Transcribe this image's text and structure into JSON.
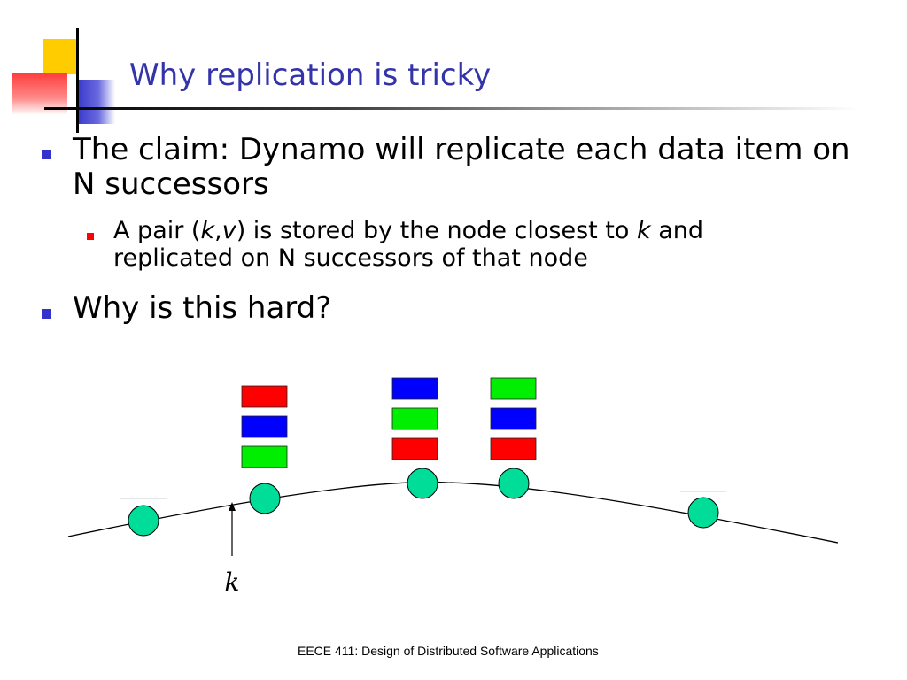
{
  "slide": {
    "title": "Why replication is tricky",
    "bullets": [
      {
        "parts": [
          "The claim: Dynamo will replicate each data item on N successors"
        ],
        "sub": [
          {
            "pre": "A pair (",
            "k1": "k",
            "comma": ",",
            "v": "v",
            "mid": ") is stored by the node closest to ",
            "k2": "k",
            "post": " and replicated on N successors of that node"
          }
        ]
      },
      {
        "parts": [
          "Why is this hard?"
        ]
      }
    ],
    "footer": "EECE 411: Design of Distributed Software Applications"
  },
  "diagram": {
    "key_label": "k",
    "colors": {
      "red": "#ff0000",
      "blue": "#0000ff",
      "green": "#00ee00",
      "node": "#00dd99",
      "title": "#3333aa"
    },
    "node_stacks": [
      {
        "node": 1,
        "items": []
      },
      {
        "node": 2,
        "items": [
          "red",
          "blue",
          "green"
        ]
      },
      {
        "node": 3,
        "items": [
          "blue",
          "green",
          "red"
        ]
      },
      {
        "node": 4,
        "items": [
          "green",
          "blue",
          "red"
        ]
      },
      {
        "node": 5,
        "items": []
      }
    ]
  }
}
